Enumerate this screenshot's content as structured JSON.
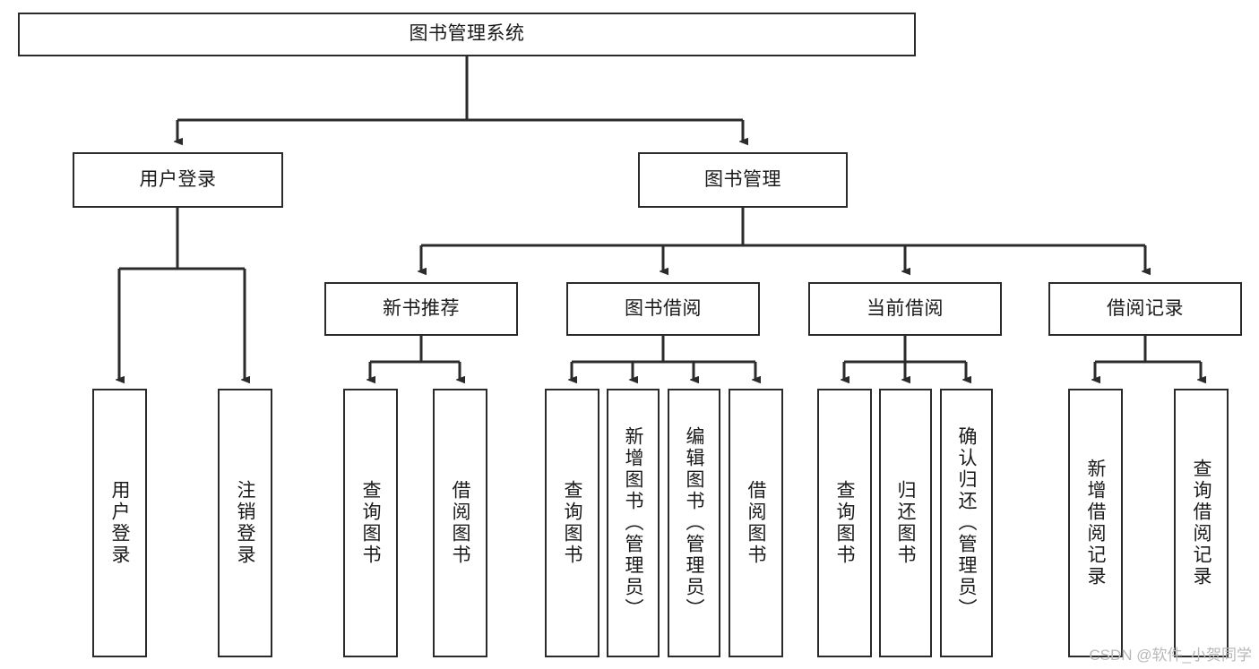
{
  "diagram": {
    "title": "图书管理系统",
    "type": "tree-hierarchy-chart",
    "colors": {
      "box_border": "#2b2b2b",
      "box_fill": "#ffffff",
      "connector": "#2b2b2b",
      "text": "#1a1a1a",
      "watermark": "#b8b8b8",
      "background": "#ffffff"
    },
    "nodes": {
      "root": {
        "label": "图书管理系统",
        "orientation": "horizontal"
      },
      "level1": [
        {
          "id": "user-login",
          "label": "用户登录",
          "orientation": "horizontal"
        },
        {
          "id": "book-manage",
          "label": "图书管理",
          "orientation": "horizontal"
        }
      ],
      "level2": [
        {
          "id": "new-book-recommend",
          "label": "新书推荐",
          "orientation": "horizontal"
        },
        {
          "id": "book-borrow",
          "label": "图书借阅",
          "orientation": "horizontal"
        },
        {
          "id": "current-borrow",
          "label": "当前借阅",
          "orientation": "horizontal"
        },
        {
          "id": "borrow-record",
          "label": "借阅记录",
          "orientation": "horizontal"
        }
      ],
      "leaves": {
        "user-login": [
          {
            "id": "leaf-user-login",
            "label": "用户登录",
            "orientation": "vertical"
          },
          {
            "id": "leaf-logout",
            "label": "注销登录",
            "orientation": "vertical"
          }
        ],
        "new-book-recommend": [
          {
            "id": "leaf-query-book-1",
            "label": "查询图书",
            "orientation": "vertical"
          },
          {
            "id": "leaf-borrow-book-1",
            "label": "借阅图书",
            "orientation": "vertical"
          }
        ],
        "book-borrow": [
          {
            "id": "leaf-query-book-2",
            "label": "查询图书",
            "orientation": "vertical"
          },
          {
            "id": "leaf-add-book",
            "label": "新增图书（管理员）",
            "orientation": "vertical"
          },
          {
            "id": "leaf-edit-book",
            "label": "编辑图书（管理员）",
            "orientation": "vertical"
          },
          {
            "id": "leaf-borrow-book-2",
            "label": "借阅图书",
            "orientation": "vertical"
          }
        ],
        "current-borrow": [
          {
            "id": "leaf-query-book-3",
            "label": "查询图书",
            "orientation": "vertical"
          },
          {
            "id": "leaf-return-book",
            "label": "归还图书",
            "orientation": "vertical"
          },
          {
            "id": "leaf-confirm-return",
            "label": "确认归还（管理员）",
            "orientation": "vertical"
          }
        ],
        "borrow-record": [
          {
            "id": "leaf-add-record",
            "label": "新增借阅记录",
            "orientation": "vertical"
          },
          {
            "id": "leaf-query-record",
            "label": "查询借阅记录",
            "orientation": "vertical"
          }
        ]
      }
    },
    "watermark": "CSDN @软件_小贺同学"
  }
}
